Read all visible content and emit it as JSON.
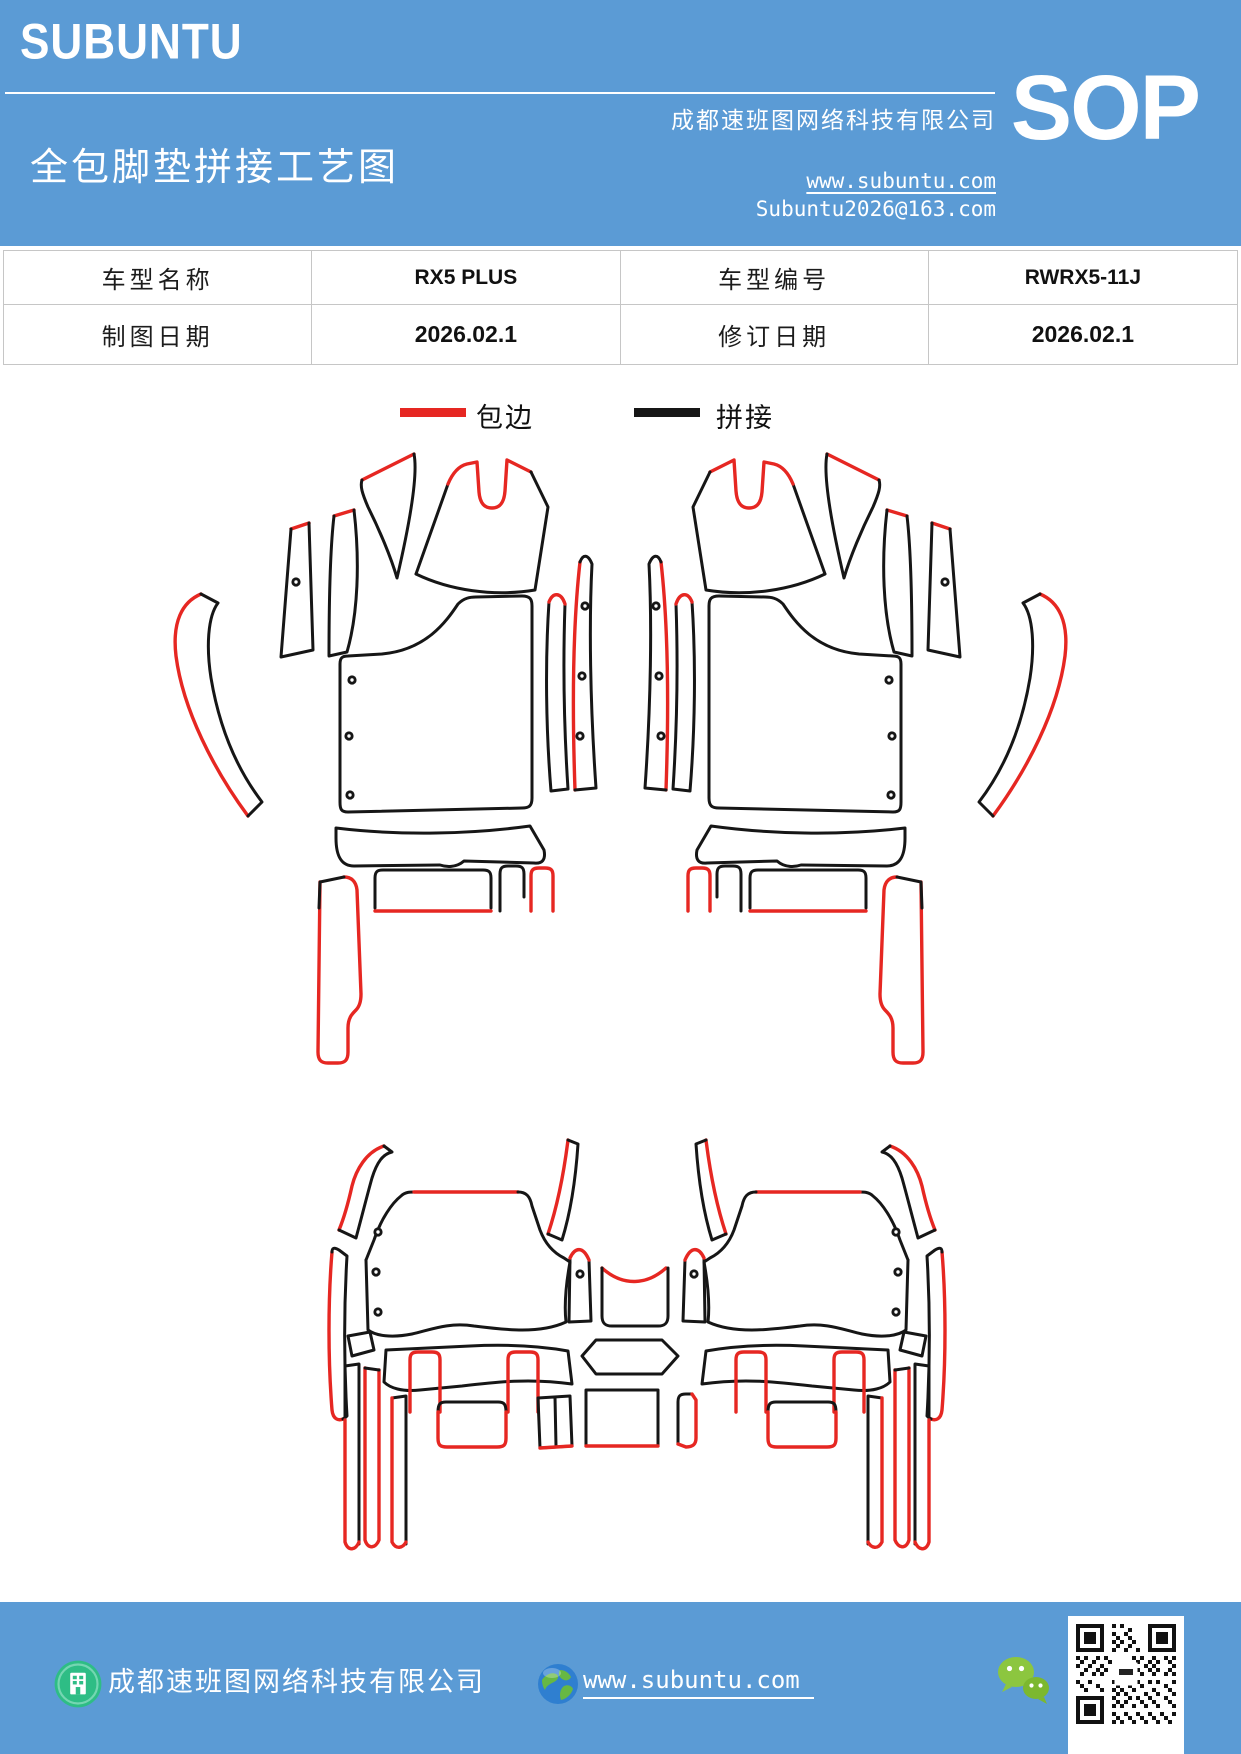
{
  "header": {
    "logo": "SUBUNTU",
    "title": "全包脚垫拼接工艺图",
    "company": "成都速班图网络科技有限公司",
    "badge": "SOP",
    "website": "www.subuntu.com",
    "email": "Subuntu2026@163.com"
  },
  "info_table": {
    "rows": [
      {
        "c0": "车型名称",
        "c1": "RX5 PLUS",
        "c2": "车型编号",
        "c3": "RWRX5-11J"
      },
      {
        "c0": "制图日期",
        "c1": "2026.02.1",
        "c2": "修订日期",
        "c3": "2026.02.1"
      }
    ]
  },
  "legend": {
    "edge": {
      "label": "包边",
      "color": "#e62722"
    },
    "splice": {
      "label": "拼接",
      "color": "#161616"
    }
  },
  "diagram": {
    "edge_color": "#e62722",
    "splice_color": "#161616"
  },
  "footer": {
    "company": "成都速班图网络科技有限公司",
    "website": "www.subuntu.com"
  }
}
